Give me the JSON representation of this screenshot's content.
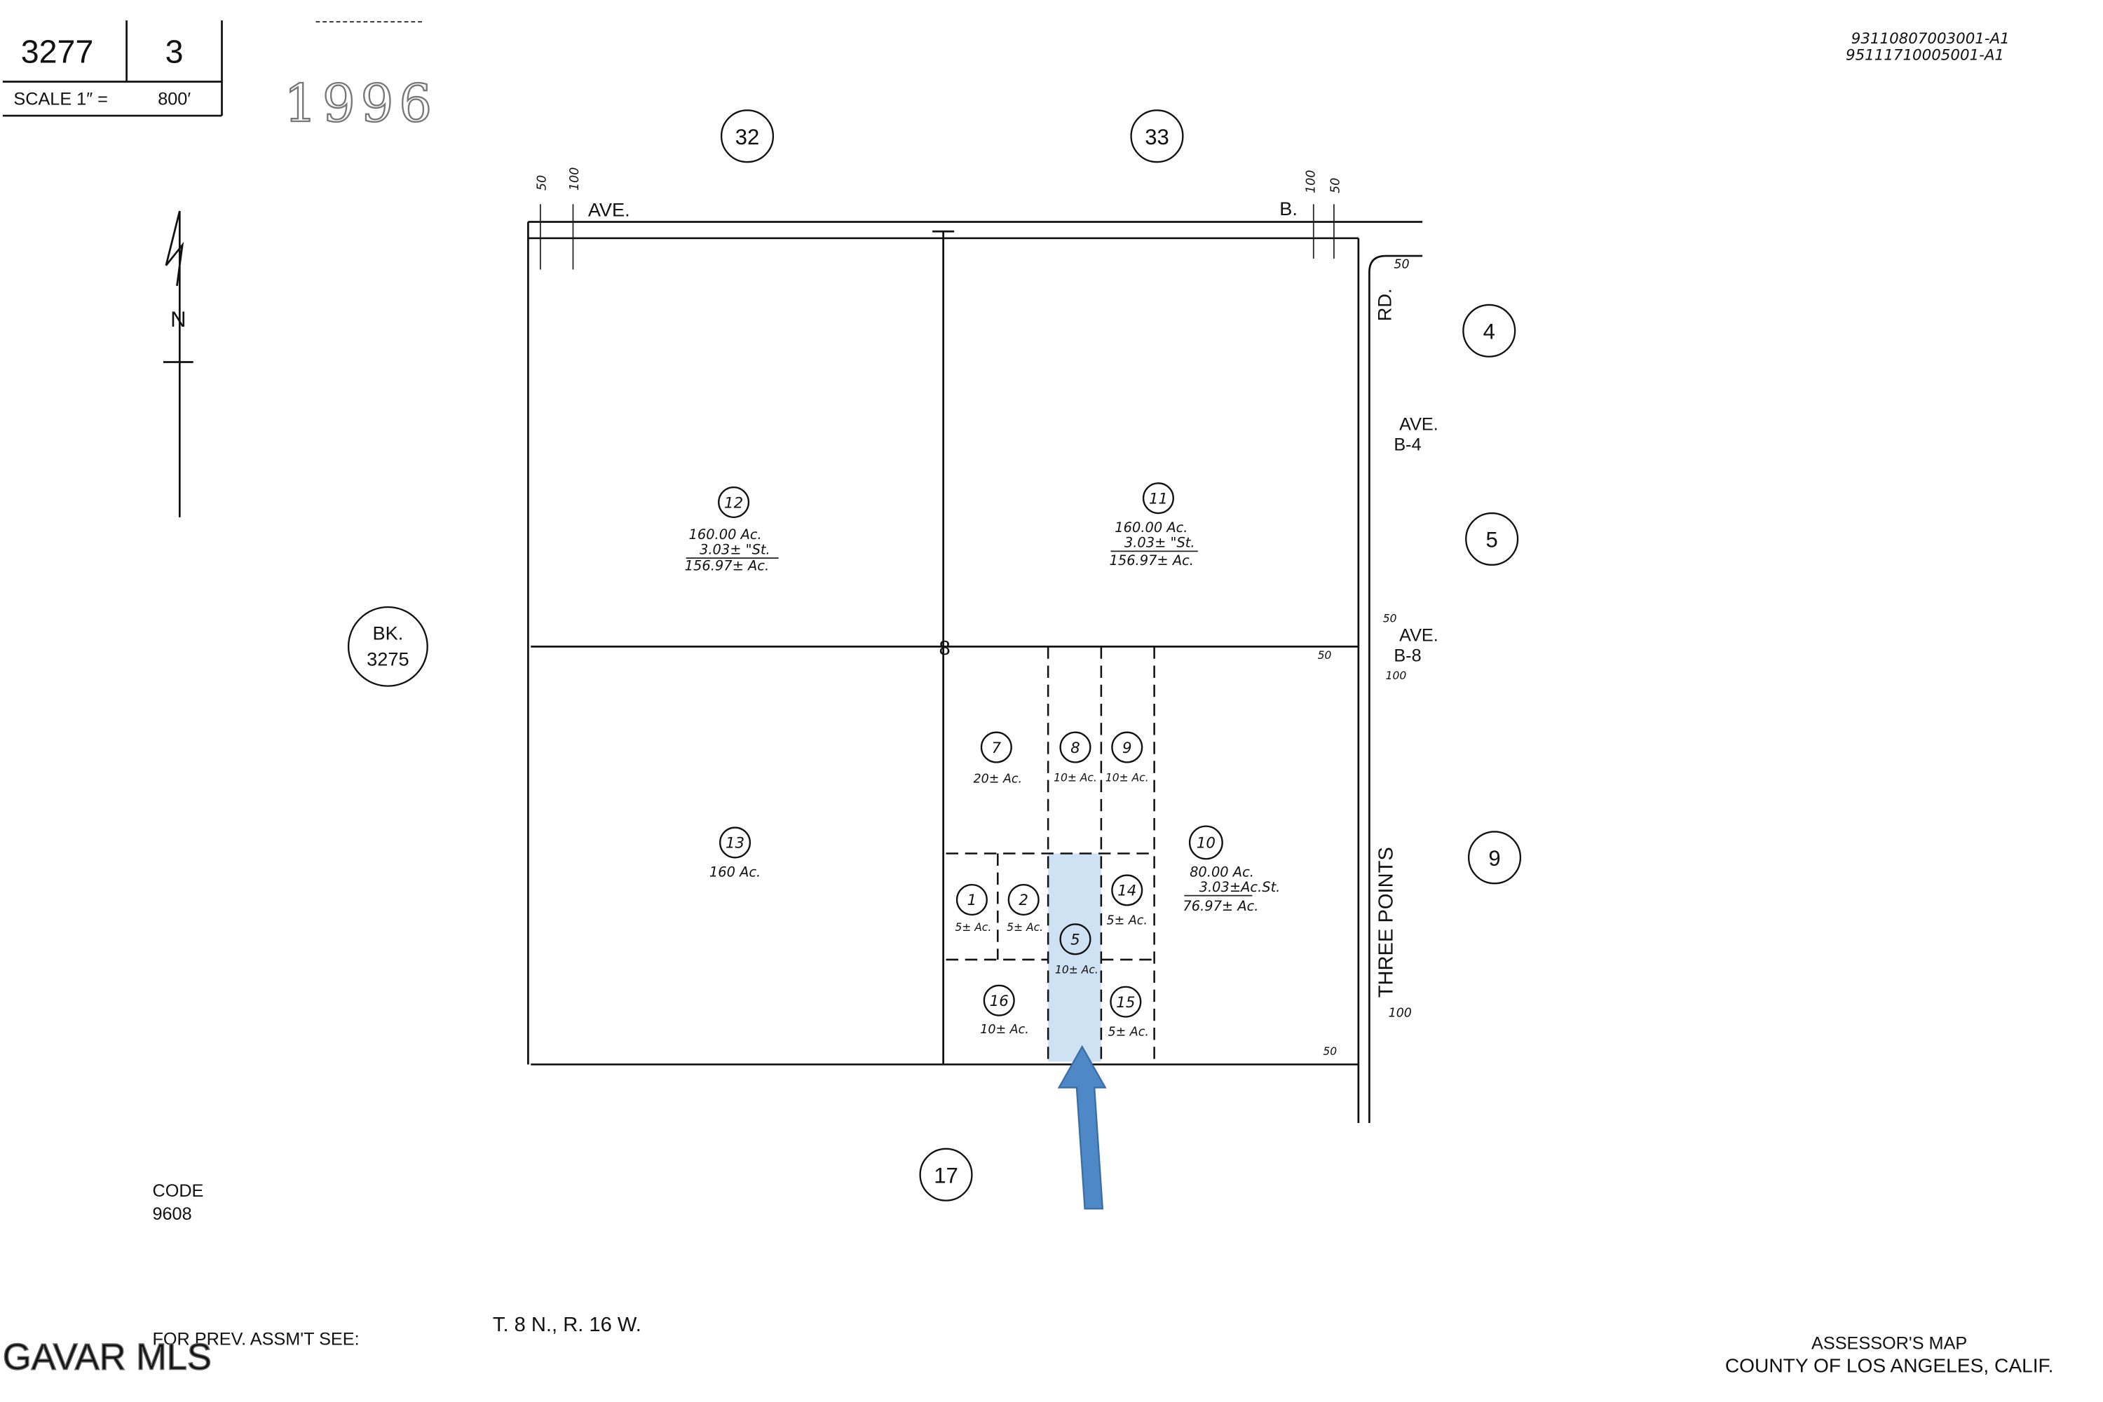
{
  "header": {
    "map_book": "3277",
    "map_page": "3",
    "scale_label": "SCALE 1″ =",
    "scale_value": "800′",
    "year_stamp": "1996",
    "revision_codes": [
      "93110807003001-A1",
      "95111710005001-A1"
    ]
  },
  "north_arrow": {
    "label": "N"
  },
  "adjacent_sections": {
    "top_left": "32",
    "top_right": "33",
    "right_1": "4",
    "right_2": "5",
    "right_3": "9",
    "bottom": "17"
  },
  "adjacent_book": {
    "line1": "BK.",
    "line2": "3275"
  },
  "roads": {
    "top_left": "AVE.",
    "top_right": "B.",
    "right_rd": "RD.",
    "ave_b4_line1": "AVE.",
    "ave_b4_line2": "B-4",
    "ave_b8_line1": "AVE.",
    "ave_b8_line2": "B-8",
    "three_points": "THREE POINTS"
  },
  "dimensions": {
    "d50": "50",
    "d100": "100"
  },
  "section_number": "8",
  "lots": {
    "l12": {
      "num": "12",
      "a": "160.00 Ac.",
      "b": "3.03± \"St.",
      "c": "156.97± Ac."
    },
    "l11": {
      "num": "11",
      "a": "160.00 Ac.",
      "b": "3.03± \"St.",
      "c": "156.97± Ac."
    },
    "l13": {
      "num": "13",
      "a": "160 Ac."
    },
    "l10": {
      "num": "10",
      "a": "80.00 Ac.",
      "b": "3.03±Ac.St.",
      "c": "76.97± Ac."
    },
    "l7": {
      "num": "7",
      "a": "20± Ac."
    },
    "l8": {
      "num": "8",
      "a": "10± Ac."
    },
    "l9": {
      "num": "9",
      "a": "10± Ac."
    },
    "l1": {
      "num": "1",
      "a": "5± Ac."
    },
    "l2": {
      "num": "2",
      "a": "5± Ac."
    },
    "l5": {
      "num": "5",
      "a": "10± Ac."
    },
    "l14": {
      "num": "14",
      "a": "5± Ac."
    },
    "l16": {
      "num": "16",
      "a": "10± Ac."
    },
    "l15": {
      "num": "15",
      "a": "5± Ac."
    }
  },
  "highlight": {
    "lot": "5",
    "fill_color": "#cfe2f3",
    "arrow_color": "#4f88c6"
  },
  "footer": {
    "code_label": "CODE",
    "code_value": "9608",
    "prev_assmt": "FOR PREV. ASSM'T SEE:",
    "township": "T. 8 N., R. 16 W.",
    "title_line1": "ASSESSOR'S MAP",
    "title_line2": "COUNTY OF LOS ANGELES, CALIF.",
    "watermark": "GAVAR MLS"
  }
}
